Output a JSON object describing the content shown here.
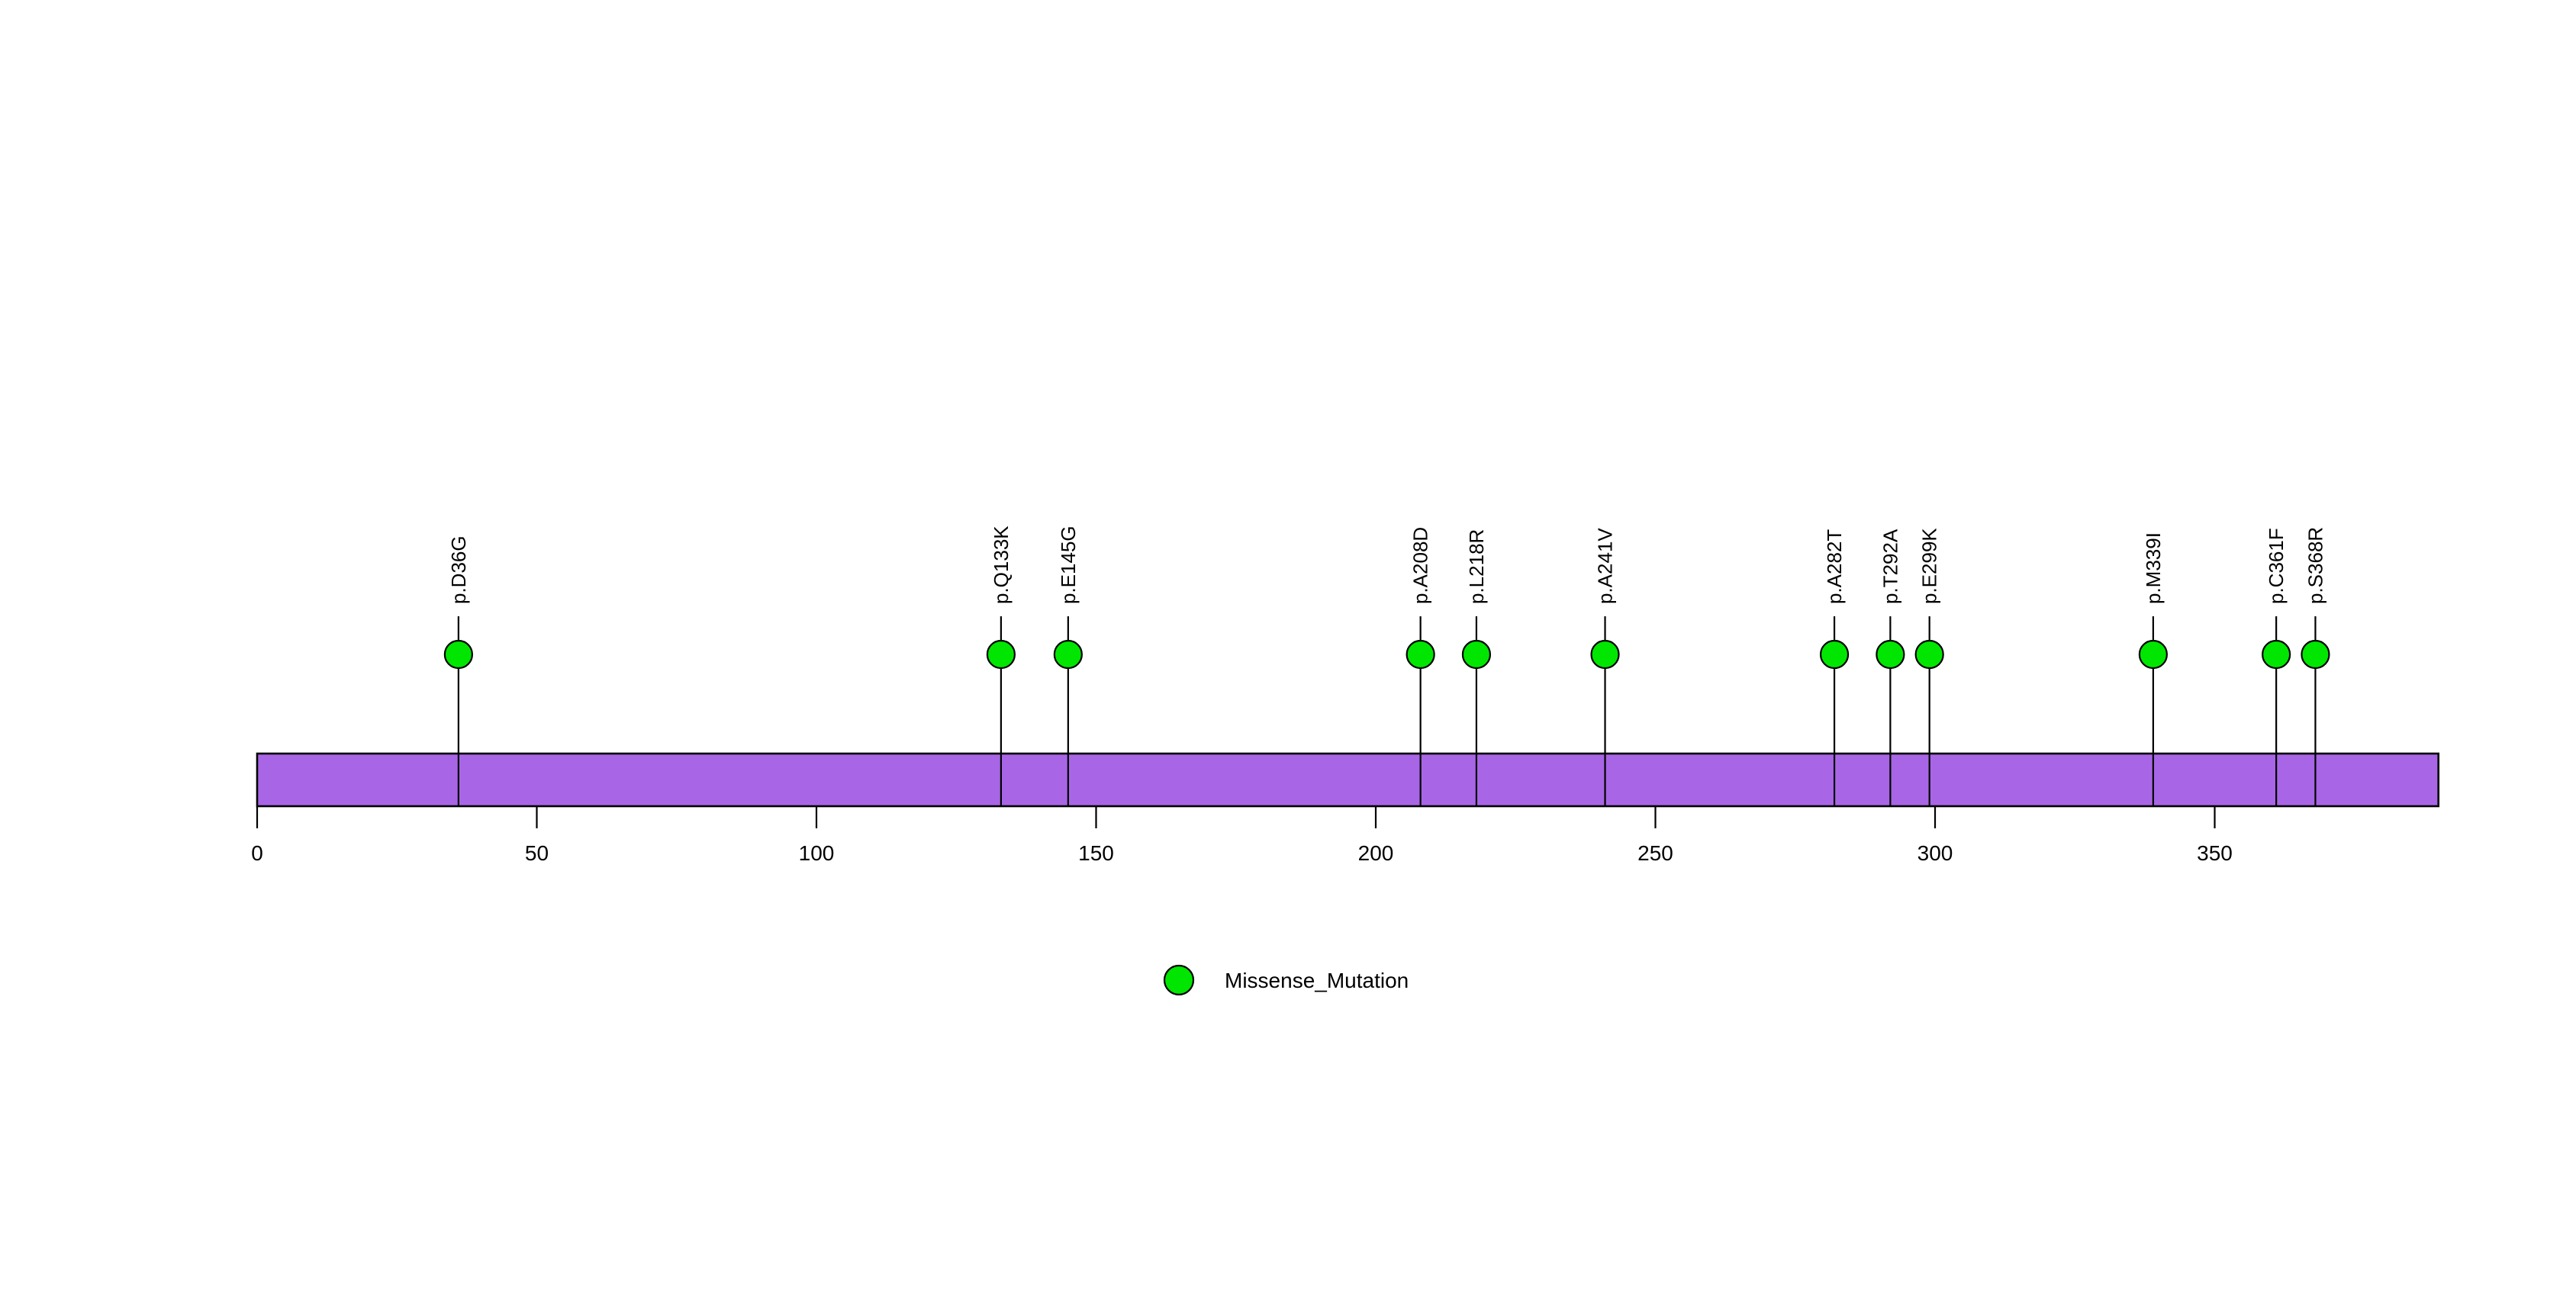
{
  "chart_data": {
    "type": "lollipop",
    "title": "",
    "subtitle": "",
    "xlabel": "",
    "ylabel": "",
    "xlim": [
      0,
      390
    ],
    "grid": false,
    "protein_length": 390,
    "legend_position": "bottom-center",
    "axis": {
      "ticks": [
        0,
        50,
        100,
        150,
        200,
        250,
        300,
        350
      ],
      "tick_labels": [
        "0",
        "50",
        "100",
        "150",
        "200",
        "250",
        "300",
        "350"
      ]
    },
    "domain_track": {
      "name": "protein-backbone",
      "color": "#a866e6",
      "border_color": "#000000",
      "start": 0,
      "end": 390
    },
    "legend": [
      {
        "label": "Missense_Mutation",
        "color": "#00e600",
        "marker": "circle"
      }
    ],
    "mutations": [
      {
        "label": "p.D36G",
        "position": 36,
        "type": "Missense_Mutation",
        "color": "#00e600",
        "count": 1
      },
      {
        "label": "p.Q133K",
        "position": 133,
        "type": "Missense_Mutation",
        "color": "#00e600",
        "count": 1
      },
      {
        "label": "p.E145G",
        "position": 145,
        "type": "Missense_Mutation",
        "color": "#00e600",
        "count": 1
      },
      {
        "label": "p.A208D",
        "position": 208,
        "type": "Missense_Mutation",
        "color": "#00e600",
        "count": 1
      },
      {
        "label": "p.L218R",
        "position": 218,
        "type": "Missense_Mutation",
        "color": "#00e600",
        "count": 1
      },
      {
        "label": "p.A241V",
        "position": 241,
        "type": "Missense_Mutation",
        "color": "#00e600",
        "count": 1
      },
      {
        "label": "p.A282T",
        "position": 282,
        "type": "Missense_Mutation",
        "color": "#00e600",
        "count": 1
      },
      {
        "label": "p.T292A",
        "position": 292,
        "type": "Missense_Mutation",
        "color": "#00e600",
        "count": 1
      },
      {
        "label": "p.E299K",
        "position": 299,
        "type": "Missense_Mutation",
        "color": "#00e600",
        "count": 1
      },
      {
        "label": "p.M339I",
        "position": 339,
        "type": "Missense_Mutation",
        "color": "#00e600",
        "count": 1
      },
      {
        "label": "p.C361F",
        "position": 361,
        "type": "Missense_Mutation",
        "color": "#00e600",
        "count": 1
      },
      {
        "label": "p.S368R",
        "position": 368,
        "type": "Missense_Mutation",
        "color": "#00e600",
        "count": 1
      }
    ]
  },
  "colors": {
    "background": "#ffffff",
    "bar": "#a866e6",
    "mutation_marker": "#00e600",
    "stroke": "#000000"
  }
}
